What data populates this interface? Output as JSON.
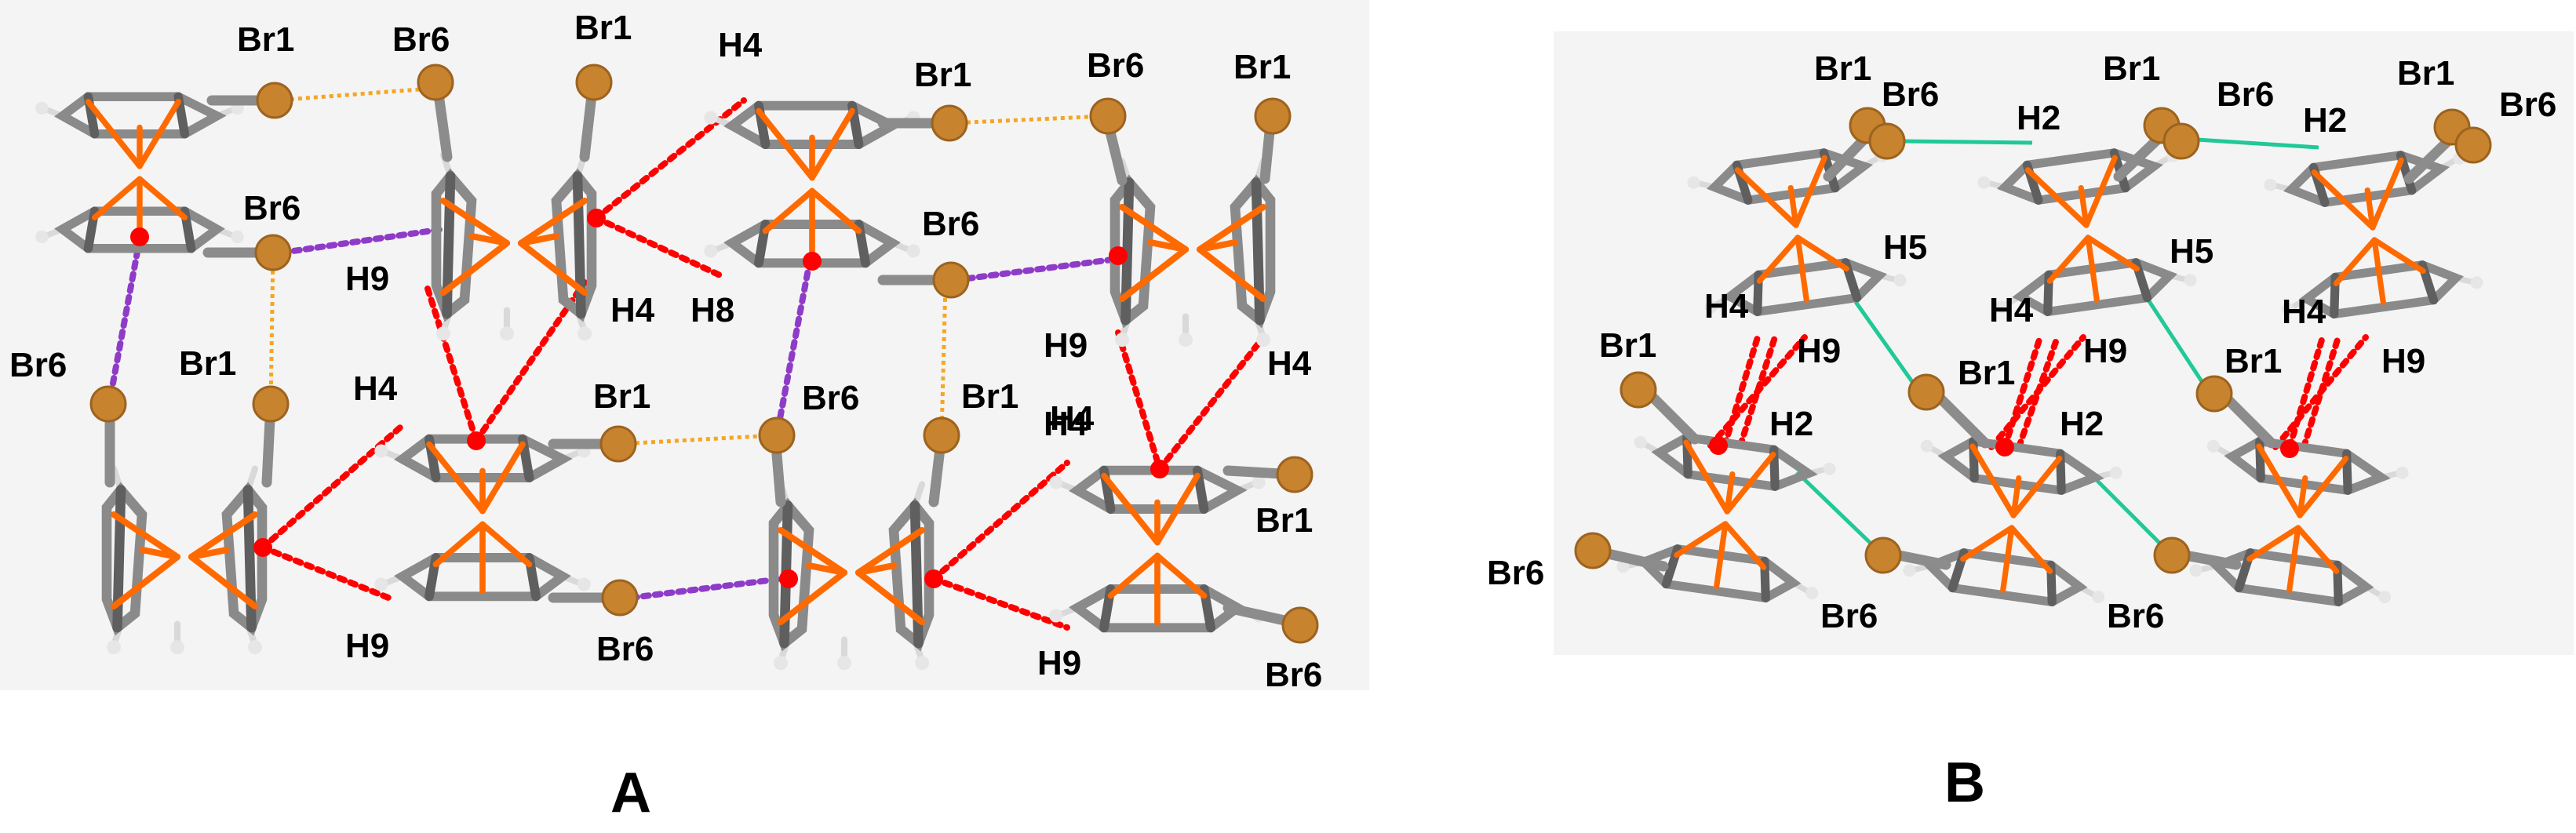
{
  "panels": [
    {
      "label": "A",
      "atom_labels": [
        "Br1",
        "Br6",
        "Br1",
        "H4",
        "Br1",
        "Br6",
        "Br1",
        "Br6",
        "Br6",
        "H9",
        "H4",
        "H8",
        "H9",
        "H4",
        "Br6",
        "Br1",
        "H4",
        "Br1",
        "Br6",
        "Br1",
        "H4",
        "H4",
        "Br1",
        "H9",
        "Br6",
        "H9",
        "Br6"
      ]
    },
    {
      "label": "B",
      "atom_labels": [
        "Br1",
        "Br6",
        "H2",
        "Br1",
        "Br6",
        "H2",
        "Br1",
        "Br6",
        "H5",
        "H5",
        "H4",
        "H9",
        "H4",
        "H9",
        "H4",
        "H9",
        "Br1",
        "Br1",
        "Br1",
        "H2",
        "H2",
        "Br6",
        "Br6",
        "Br6"
      ]
    }
  ],
  "colors": {
    "carbon": "#8a8a8a",
    "iron": "#ff6a00",
    "bromine": "#c8832e",
    "hydrogen": "#e6e6e6",
    "centroid": "#ff0000",
    "contact_ch_pi": "#ff0000",
    "contact_br_pi": "#8e3cc8",
    "contact_br_br": "#f5a623",
    "contact_ch_br": "#20c997"
  }
}
